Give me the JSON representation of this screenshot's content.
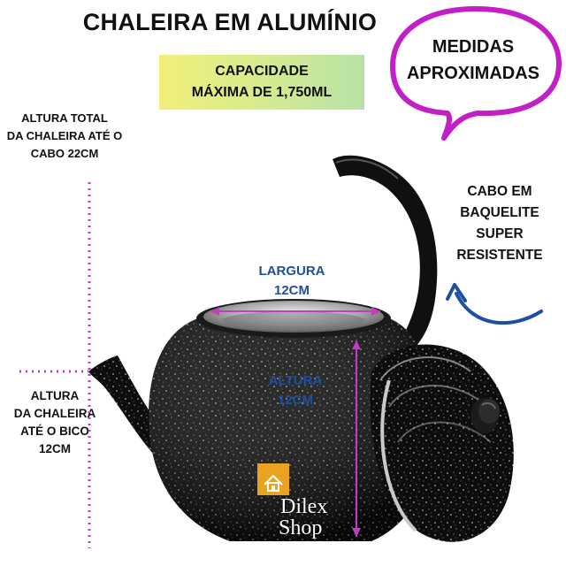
{
  "title": "CHALEIRA EM ALUMÍNIO",
  "capacity": {
    "line1": "CAPACIDADE",
    "line2": "MÁXIMA DE 1,750ML"
  },
  "bubble": {
    "line1": "MEDIDAS",
    "line2": "APROXIMADAS"
  },
  "total_height": {
    "line1": "ALTURA TOTAL",
    "line2": "DA CHALEIRA ATÉ O",
    "line3": "CABO 22CM"
  },
  "spout_height": {
    "line1": "ALTURA",
    "line2": "DA CHALEIRA",
    "line3": "ATÉ O BICO",
    "line4": "12CM"
  },
  "width": {
    "line1": "LARGURA",
    "line2": "12CM"
  },
  "height": {
    "line1": "ALTURA",
    "line2": "12CM"
  },
  "handle": {
    "line1": "CABO EM",
    "line2": "BAQUELITE",
    "line3": "SUPER",
    "line4": "RESISTENTE"
  },
  "logo": {
    "line1": "Dilex",
    "line2": "Shop"
  },
  "icons": [
    "speech-bubble",
    "house-icon",
    "curved-arrow-icon",
    "kettle-illustration"
  ],
  "colors": {
    "bubble": "#c21fc7",
    "dotted": "#c23cc4",
    "arrow": "#1d4fa3",
    "label_blue": "#1d4fa3",
    "logo_box": "#e8a323"
  }
}
